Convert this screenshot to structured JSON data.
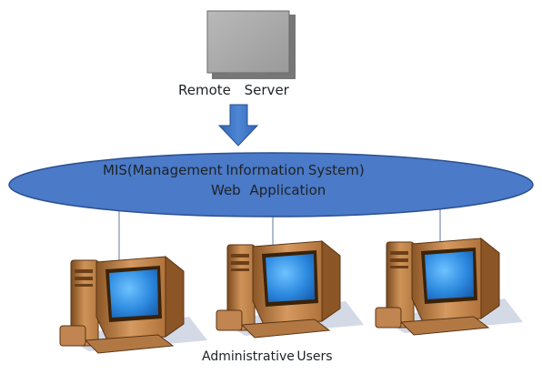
{
  "diagram": {
    "server": {
      "label": "Remote   Server",
      "icon": "server-box-icon"
    },
    "arrow": {
      "icon": "arrow-down-icon",
      "color": "#3a6fc0"
    },
    "application": {
      "line1": "MIS(Management Information System)",
      "line2": "Web  Application",
      "fill": "#4a7ac8",
      "stroke": "#2c4f8f"
    },
    "clients": {
      "label": "Administrative Users",
      "icons": [
        "desktop-computer-icon",
        "desktop-computer-icon",
        "desktop-computer-icon"
      ],
      "screen_color": "#2f8fe6",
      "body_color": "#c98b52"
    }
  }
}
